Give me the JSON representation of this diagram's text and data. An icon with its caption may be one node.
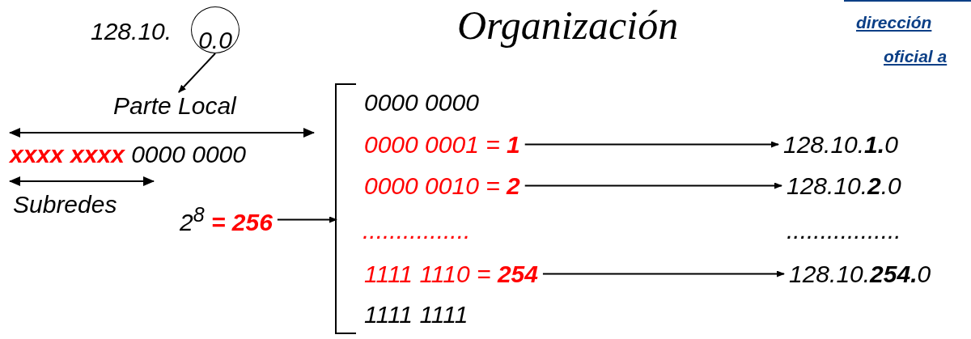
{
  "diagram": {
    "title": "Organización",
    "nodes": [
      {
        "text": [
          "0.0"
        ]
      },
      {
        "text": [
          "Parte Local"
        ]
      },
      {
        "text": [
          "2$^{8}$ **= 256**"
        ]
      },
      {
        "text": [],
        "shape": "bracket"
      },
      {
        "text": [
          "0000 0001 = **1**"
        ]
      },
      {
        "text": [
          "128.10.**1.**0"
        ]
      },
      {
        "text": [
          "0000 0010 = **2**"
        ]
      },
      {
        "text": [
          "128.10.**2**.0"
        ]
      },
      {
        "text": [
          "1111 1110 = **254**"
        ]
      },
      {
        "text": [
          "128.10.**254.**0"
        ]
      }
    ],
    "edges": [
      {
        "from": 0,
        "to": 1,
        "arrow": "to"
      },
      {
        "from": 2,
        "to": 3,
        "arrow": "to"
      },
      {
        "from": 4,
        "to": 5,
        "arrow": "to"
      },
      {
        "from": 6,
        "to": 7,
        "arrow": "to"
      },
      {
        "from": 8,
        "to": 9,
        "arrow": "to"
      }
    ],
    "labels": [
      "128.10.",
      "dirección",
      "oficial a",
      "0000 0000",
      "**xxxx xxxx** 0000 0000",
      "Subredes",
      "................",
      ".................",
      "1111 1111"
    ]
  }
}
